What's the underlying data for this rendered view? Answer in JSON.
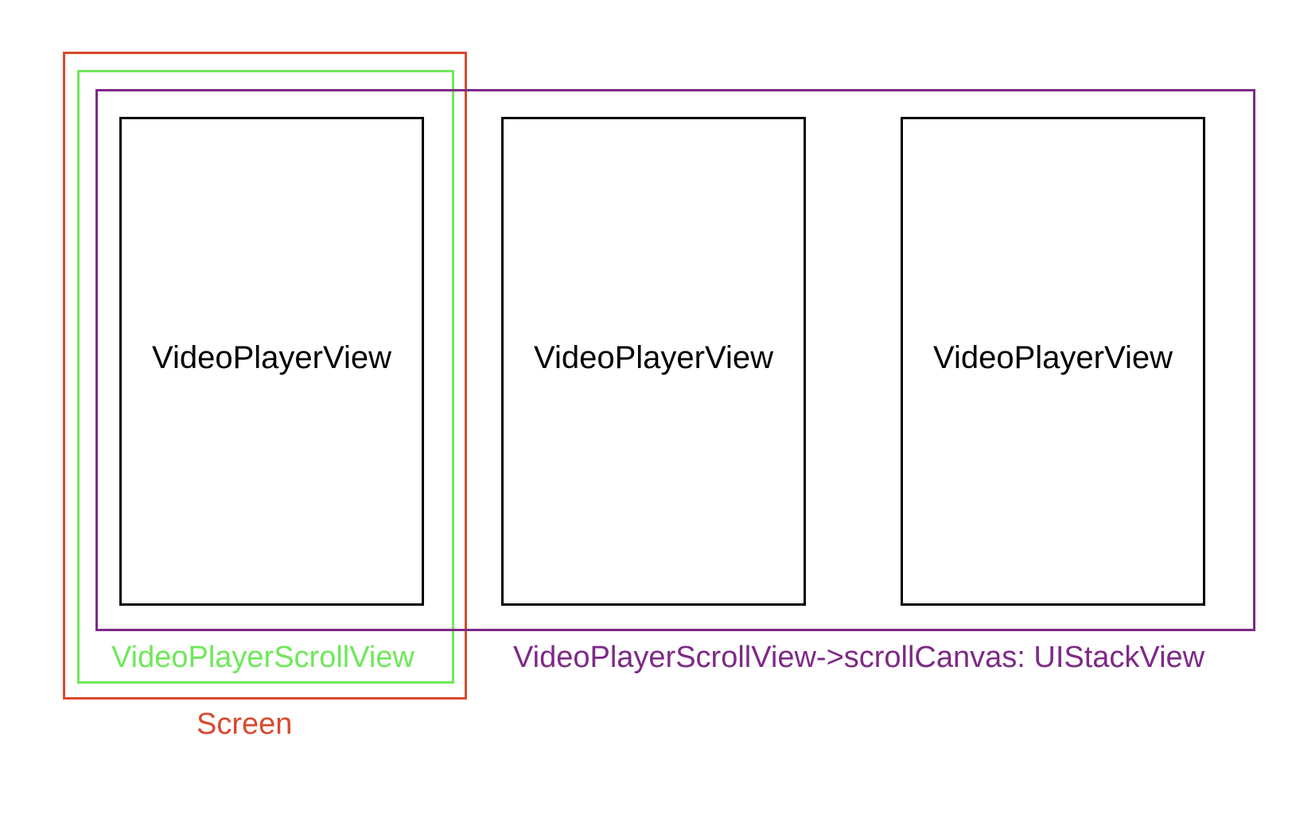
{
  "players": [
    {
      "label": "VideoPlayerView"
    },
    {
      "label": "VideoPlayerView"
    },
    {
      "label": "VideoPlayerView"
    }
  ],
  "labels": {
    "scroll_view": "VideoPlayerScrollView",
    "scroll_canvas": "VideoPlayerScrollView->scrollCanvas: UIStackView",
    "screen": "Screen"
  },
  "colors": {
    "screen": "#d9492e",
    "scroll_view": "#6fe85a",
    "scroll_canvas": "#7d2a86",
    "player": "#000000"
  }
}
